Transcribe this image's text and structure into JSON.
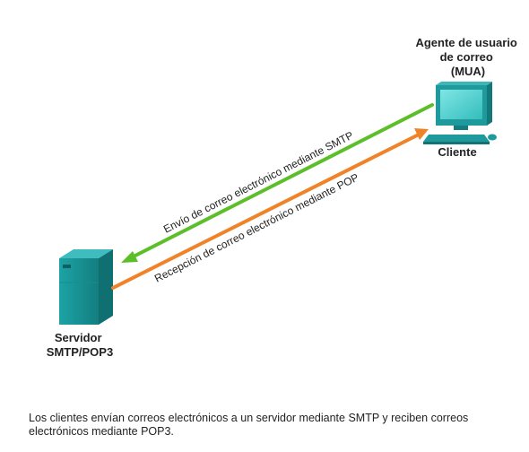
{
  "nodes": {
    "client": {
      "title_lines": [
        "Agente de usuario",
        "de correo",
        "(MUA)"
      ],
      "label": "Cliente",
      "icon": "computer-icon"
    },
    "server": {
      "label_lines": [
        "Servidor",
        "SMTP/POP3"
      ],
      "icon": "server-icon"
    }
  },
  "flows": [
    {
      "label": "Envío de correo electrónico mediante SMTP",
      "color": "#5cbf2a",
      "direction": "client-to-server"
    },
    {
      "label": "Recepción de correo electrónico mediante POP",
      "color": "#f08228",
      "direction": "server-to-client"
    }
  ],
  "caption": "Los clientes envían correos electrónicos a un servidor mediante SMTP y reciben correos electrónicos mediante POP3.",
  "colors": {
    "device_teal": "#1e9a9c",
    "screen": "#4fd0cf",
    "text": "#222222"
  }
}
